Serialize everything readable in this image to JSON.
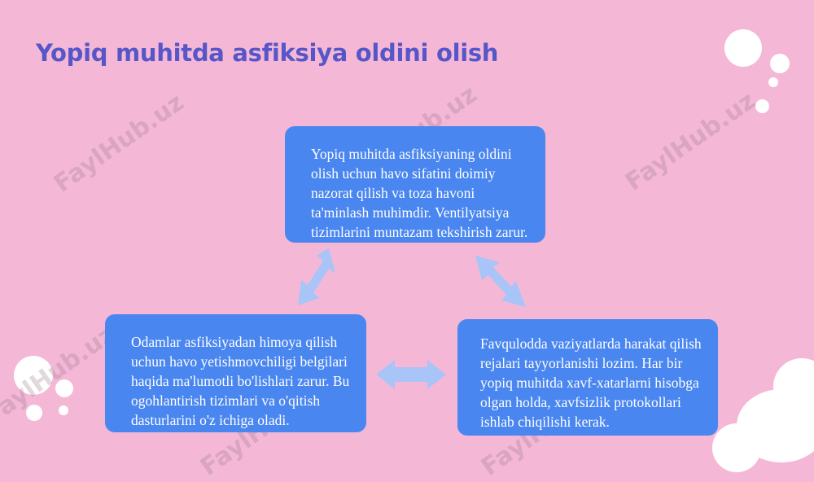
{
  "title": "Yopiq muhitda asfiksiya oldini olish",
  "watermark": "FaylHub.uz",
  "boxes": {
    "top": "Yopiq muhitda asfiksiyaning oldini olish uchun havo sifatini doimiy nazorat qilish va toza havoni ta'minlash muhimdir. Ventilyatsiya tizimlarini muntazam tekshirish zarur.",
    "left": "Odamlar asfiksiyadan himoya qilish uchun havo yetishmovchiligi belgilari haqida ma'lumotli bo'lishlari zarur. Bu ogohlantirish tizimlari va o'qitish dasturlarini o'z ichiga oladi.",
    "right": "Favqulodda vaziyatlarda harakat qilish rejalari tayyorlanishi lozim. Har bir yopiq muhitda xavf-xatarlarni hisobga olgan holda, xavfsizlik protokollari ishlab chiqilishi kerak."
  },
  "colors": {
    "background": "#f4b8d6",
    "title": "#5656c8",
    "box": "#4a86f0",
    "arrow": "#a9c4f7"
  }
}
